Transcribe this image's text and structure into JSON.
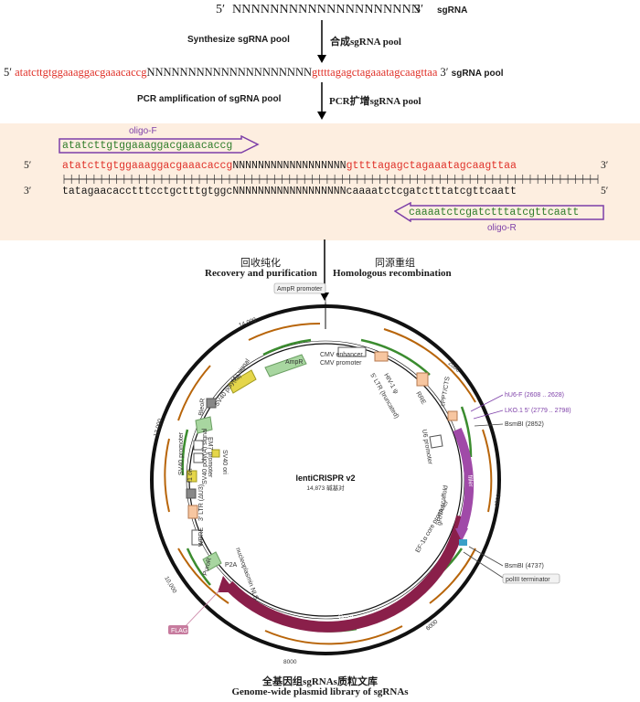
{
  "top": {
    "prime5": "5′",
    "sgrna_seq": "NNNNNNNNNNNNNNNNNNNN",
    "prime3": "3′",
    "sgrna_label": "sgRNA",
    "step1_en": "Synthesize sgRNA pool",
    "step1_cn": "合成sgRNA pool",
    "pool_left_flank": "atatcttgtggaaaggacgaaacaccg",
    "pool_n": "NNNNNNNNNNNNNNNNNNNN",
    "pool_right_flank": "gttttagagctagaaatagcaagttaa",
    "pool_label": "sgRNA pool",
    "step2_en": "PCR amplification of sgRNA pool",
    "step2_cn": "PCR扩增sgRNA pool"
  },
  "pcr": {
    "oligo_f_label": "oligo-F",
    "oligo_f_seq": "atatcttgtggaaaggacgaaacaccg",
    "top_5": "5′",
    "top_3": "3′",
    "top_left": "atatcttgtggaaaggacgaaacaccg",
    "top_n": "NNNNNNNNNNNNNNNNNN",
    "top_right": "gttttagagctagaaatagcaagttaa",
    "bot_3": "3′",
    "bot_5": "5′",
    "bot_seq": "tatagaacacctttcctgctttgtggcNNNNNNNNNNNNNNNNNNcaaaatctcgatctttatcgttcaatt",
    "oligo_r_seq": "caaaatctcgatctttatcgttcaatt",
    "oligo_r_label": "oligo-R"
  },
  "step3": {
    "cn_left": "回收纯化",
    "en_left": "Recovery and purification",
    "cn_right": "同源重组",
    "en_right": "Homologous recombination"
  },
  "plasmid": {
    "name": "lentiCRISPR v2",
    "size": "14,873 碱基对",
    "features": {
      "ampr_promoter": "AmpR promoter",
      "ampr": "AmpR",
      "cmv_enhancer": "CMV enhancer",
      "cmv_promoter": "CMV promoter",
      "hiv": "HIV-1 ψ",
      "ltr5": "5′ LTR (truncated)",
      "rre": "RRE",
      "cppt": "cPPT/CTS",
      "u6": "U6 promoter",
      "filler": "filler",
      "grna": "gRNA scaffold",
      "ef1a": "EF-1α core promoter",
      "cas9": "Cas9",
      "np_nls": "nucleoplasmin NLS",
      "p2a": "P2A",
      "puror": "PuroR",
      "wpre": "WPRE",
      "ltr3": "3′ LTR (ΔU3)",
      "sv40pa": "SV40 poly(A) signal",
      "f1": "f1 ori",
      "sv40p": "SV40 promoter",
      "em7": "EM7 promoter",
      "bleor": "BleoR",
      "sv40ori": "SV40 ori",
      "sv40pa2": "SV40 poly(A) signal",
      "ori": "ori"
    },
    "sites": {
      "hu6f": "hU6-F",
      "hu6f_pos": "(2608 .. 2628)",
      "lko": "LKO.1 5′",
      "lko_pos": "(2779 .. 2798)",
      "bsmbi1": "BsmBI",
      "bsmbi1_pos": "(2852)",
      "bsmbi2": "BsmBI",
      "bsmbi2_pos": "(4737)",
      "poliii": "polIII terminator",
      "flag": "FLAG"
    },
    "ticks": [
      "2000",
      "4000",
      "6000",
      "8000",
      "10,000",
      "12,000",
      "14,000"
    ]
  },
  "footer": {
    "cn": "全基因组sgRNAs质粒文库",
    "en": "Genome-wide plasmid library of sgRNAs"
  },
  "colors": {
    "red": "#e0322a",
    "green": "#2f7d2a",
    "purple": "#7d3fa8",
    "panel_bg": "#fdeee0",
    "cas9": "#8a1f4a",
    "filler": "#a04aa8",
    "orange": "#b8650a"
  }
}
